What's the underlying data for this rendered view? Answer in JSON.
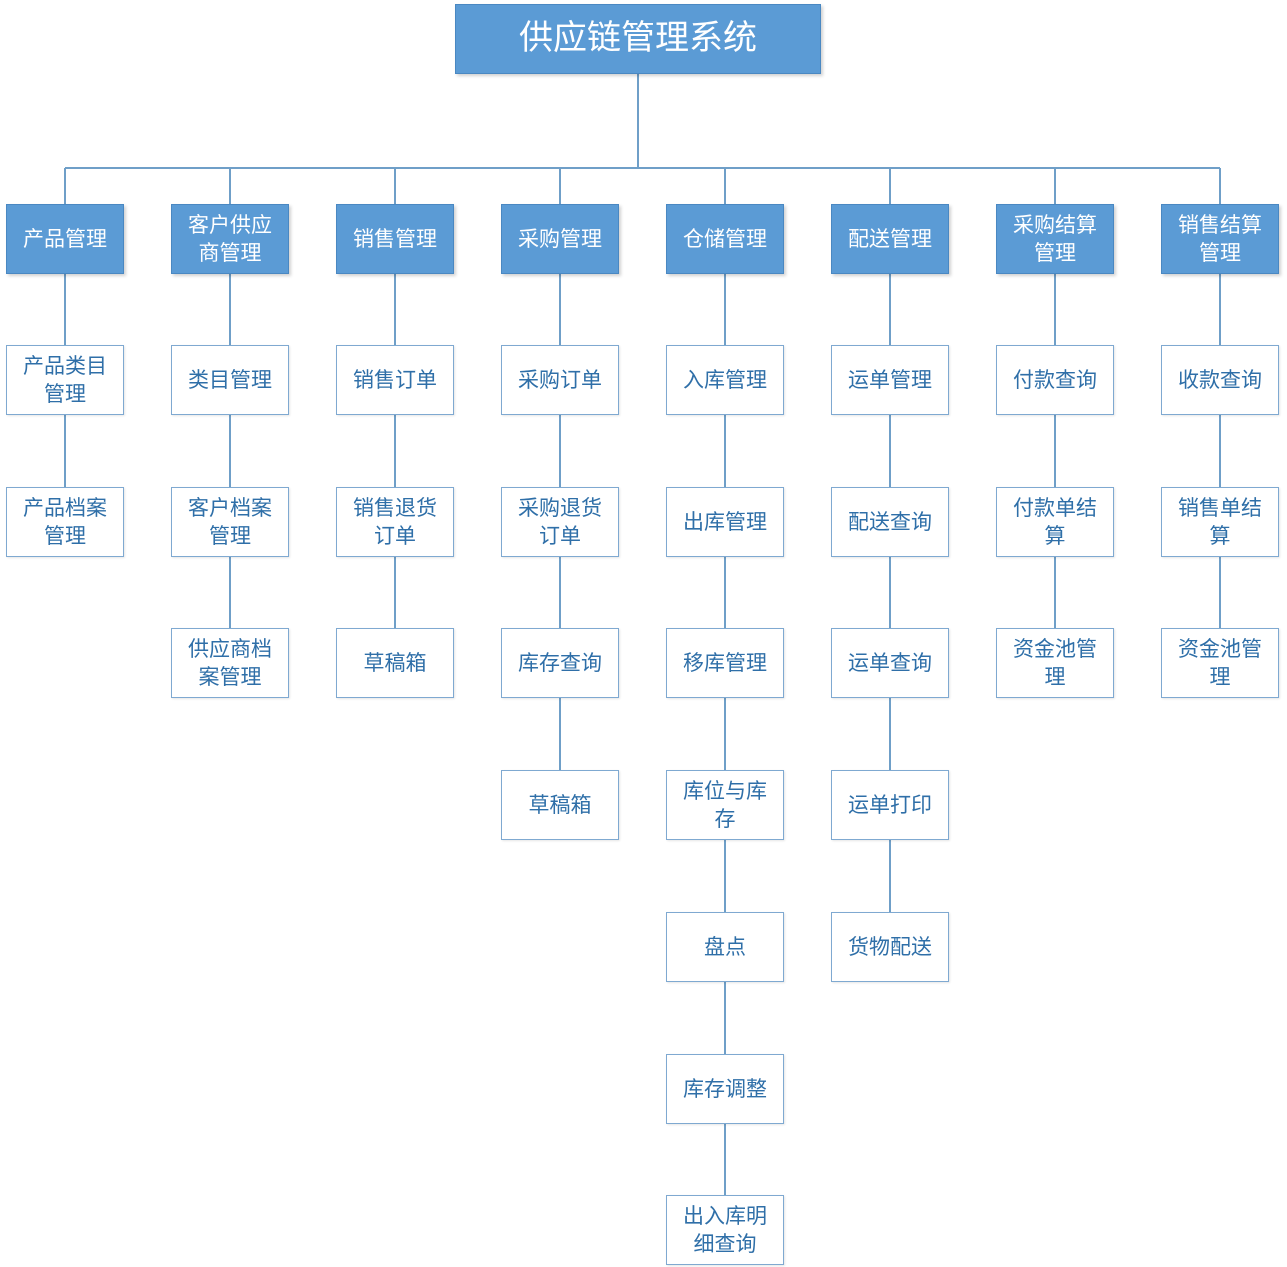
{
  "root": {
    "label": "供应链管理系统"
  },
  "modules": [
    {
      "label": "产品管理",
      "children": [
        "产品类目管理",
        "产品档案管理"
      ]
    },
    {
      "label": "客户供应商管理",
      "children": [
        "类目管理",
        "客户档案管理",
        "供应商档案管理"
      ]
    },
    {
      "label": "销售管理",
      "children": [
        "销售订单",
        "销售退货订单",
        "草稿箱"
      ]
    },
    {
      "label": "采购管理",
      "children": [
        "采购订单",
        "采购退货订单",
        "库存查询",
        "草稿箱"
      ]
    },
    {
      "label": "仓储管理",
      "children": [
        "入库管理",
        "出库管理",
        "移库管理",
        "库位与库存",
        "盘点",
        "库存调整",
        "出入库明细查询"
      ]
    },
    {
      "label": "配送管理",
      "children": [
        "运单管理",
        "配送查询",
        "运单查询",
        "运单打印",
        "货物配送"
      ]
    },
    {
      "label": "采购结算管理",
      "children": [
        "付款查询",
        "付款单结算",
        "资金池管理"
      ]
    },
    {
      "label": "销售结算管理",
      "children": [
        "收款查询",
        "销售单结算",
        "资金池管理"
      ]
    }
  ],
  "colors": {
    "module_fill": "#5b9bd5",
    "leaf_text": "#2f6fa8",
    "leaf_border": "#7fa9d1",
    "connector": "#6f9fc8"
  }
}
